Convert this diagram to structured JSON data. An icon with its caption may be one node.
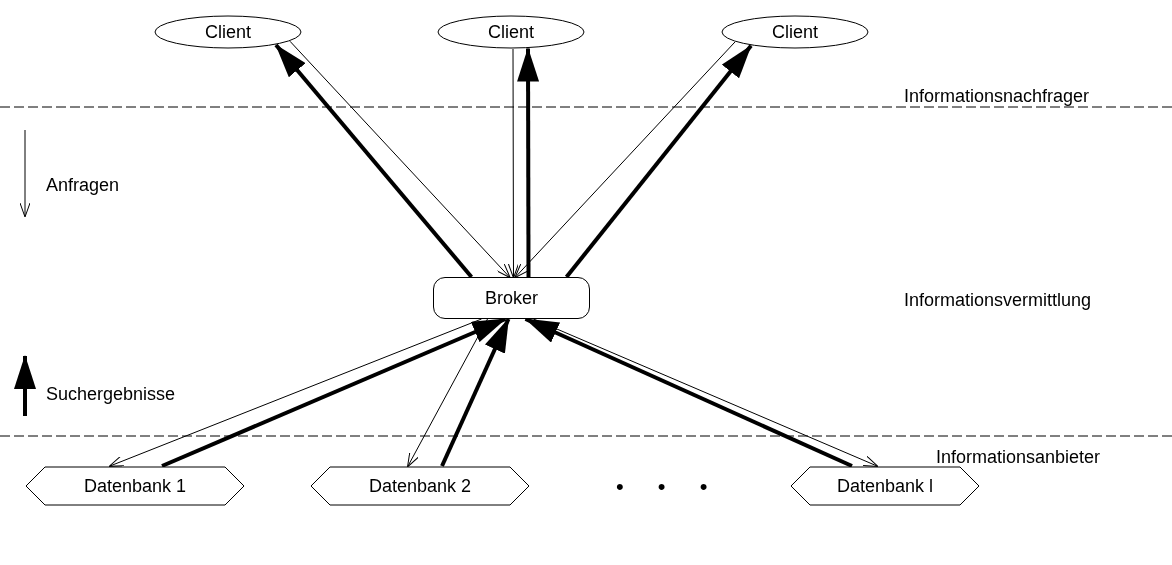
{
  "diagram": {
    "nodes": [
      {
        "text": [
          "Client"
        ]
      },
      {
        "text": [
          "Client"
        ]
      },
      {
        "text": [
          "Client"
        ]
      },
      {
        "text": [
          "Broker"
        ]
      },
      {
        "text": [
          "Datenbank 1"
        ]
      },
      {
        "text": [
          "Datenbank 2"
        ]
      },
      {
        "text": [
          "Datenbank l"
        ]
      }
    ],
    "edges": [
      {
        "from": 0,
        "to": 3,
        "arrow": "to"
      },
      {
        "from": 3,
        "to": 0,
        "arrow": "to",
        "style": "thick"
      },
      {
        "from": 1,
        "to": 3,
        "arrow": "to"
      },
      {
        "from": 3,
        "to": 1,
        "arrow": "to",
        "style": "thick"
      },
      {
        "from": 2,
        "to": 3,
        "arrow": "to"
      },
      {
        "from": 3,
        "to": 2,
        "arrow": "to",
        "style": "thick"
      },
      {
        "from": 3,
        "to": 4,
        "arrow": "to"
      },
      {
        "from": 4,
        "to": 3,
        "arrow": "to",
        "style": "thick"
      },
      {
        "from": 3,
        "to": 5,
        "arrow": "to"
      },
      {
        "from": 5,
        "to": 3,
        "arrow": "to",
        "style": "thick"
      },
      {
        "from": 3,
        "to": 6,
        "arrow": "to"
      },
      {
        "from": 6,
        "to": 3,
        "arrow": "to",
        "style": "thick"
      }
    ],
    "labels": [
      "Informationsnachfrager",
      "Informationsvermittlung",
      "Informationsanbieter",
      "• • •"
    ],
    "legend": [
      {
        "text": "Anfragen"
      },
      {
        "text": "Suchergebnisse"
      }
    ]
  }
}
